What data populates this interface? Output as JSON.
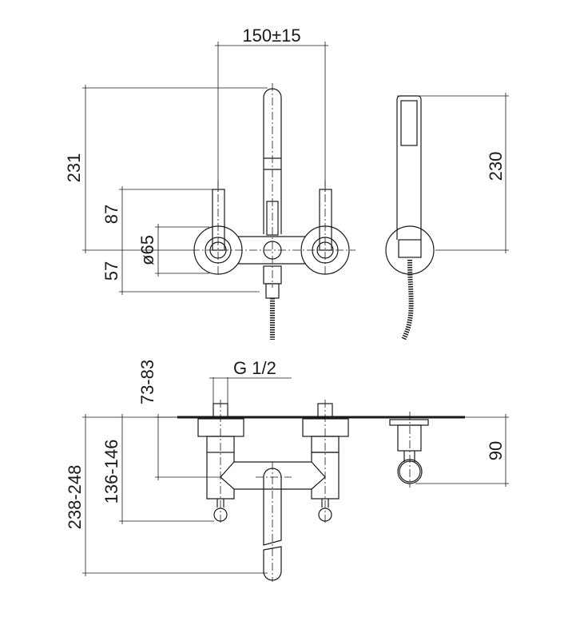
{
  "front_view": {
    "dimensions": {
      "handle_spacing": "150±15",
      "total_height": "231",
      "handle_height": "87",
      "rosette_diameter": "ø65",
      "lower_height": "57",
      "hand_shower_height": "230"
    }
  },
  "side_view": {
    "dimensions": {
      "thread": "G 1/2",
      "connection_depth": "73-83",
      "body_depth": "136-146",
      "total_depth": "238-248",
      "holder_depth": "90"
    }
  }
}
